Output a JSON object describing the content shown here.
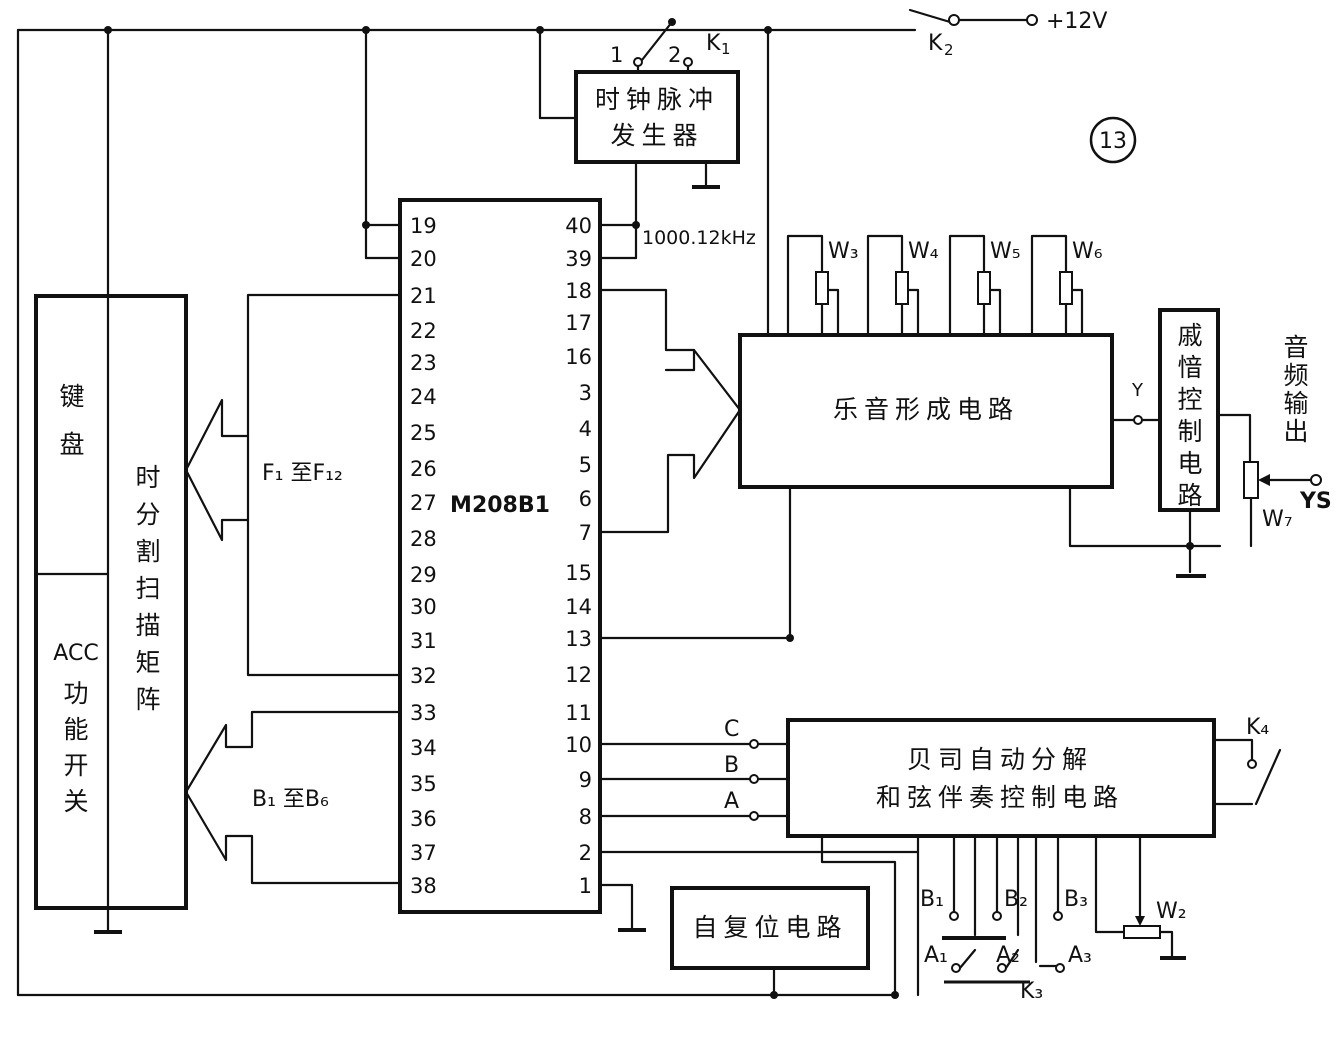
{
  "supply": {
    "voltage": "+12V",
    "switch_main": "K",
    "switch_main_sub": "2",
    "switch_clock": "K",
    "switch_clock_sub": "1",
    "pos1": "1",
    "pos2": "2"
  },
  "figure_number": "13",
  "clock": {
    "line1": "时钟脉冲",
    "line2": "发生器",
    "freq": "1000.12kHz"
  },
  "chip": {
    "name": "M208B1",
    "left_pins": [
      "19",
      "20",
      "21",
      "22",
      "23",
      "24",
      "25",
      "26",
      "27",
      "28",
      "29",
      "30",
      "31",
      "32",
      "33",
      "34",
      "35",
      "36",
      "37",
      "38"
    ],
    "right_pins": [
      "40",
      "39",
      "18",
      "17",
      "16",
      "3",
      "4",
      "5",
      "6",
      "7",
      "15",
      "14",
      "13",
      "12",
      "11",
      "10",
      "9",
      "8",
      "2",
      "1"
    ]
  },
  "keyboard": {
    "label": "键盘",
    "acc": "ACC",
    "acc_label": "功能开关",
    "matrix": "时分割扫描矩阵"
  },
  "bus_f": {
    "text": "F₁ 至F₁₂"
  },
  "bus_b": {
    "text": "B₁ 至B₆"
  },
  "tone": {
    "label": "乐音形成电路",
    "pots": [
      "W₃",
      "W₄",
      "W₅",
      "W₆"
    ]
  },
  "reverb": {
    "label": "戚愔控制电路"
  },
  "audio": {
    "label": "音频输出",
    "y": "Y",
    "ys": "YS",
    "pot": "W₇"
  },
  "chord": {
    "line1": "贝司自动分解",
    "line2": "和弦伴奏控制电路",
    "inputs": [
      "C",
      "B",
      "A"
    ],
    "switch": "K₄",
    "b_terms": [
      "B₁",
      "B₂",
      "B₃"
    ],
    "a_terms": [
      "A₁",
      "A₂",
      "A₃"
    ],
    "pot": "W₂",
    "k3": "K₃"
  },
  "reset": {
    "label": "自复位电路"
  }
}
